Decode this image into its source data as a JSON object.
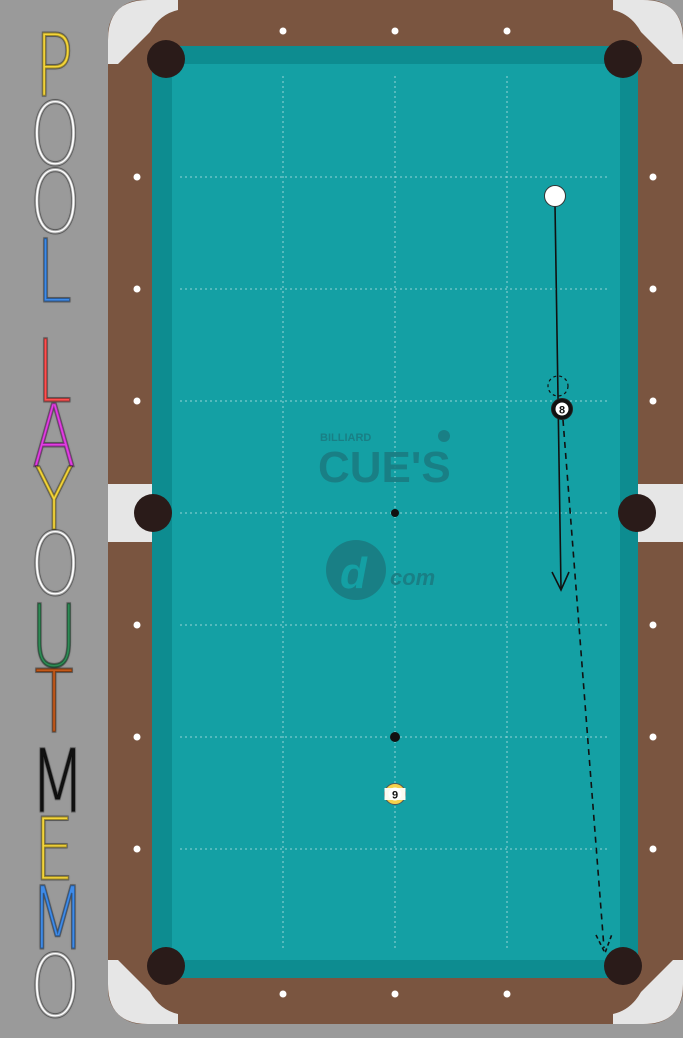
{
  "title": {
    "letters": [
      {
        "char": "P",
        "color": "#f5d63a"
      },
      {
        "char": "O",
        "color": "#ffffff"
      },
      {
        "char": "O",
        "color": "#ffffff"
      },
      {
        "char": "L",
        "color": "#3f8be8"
      },
      {
        "char": "L",
        "color": "#ff5050"
      },
      {
        "char": "A",
        "color": "#e23ee3"
      },
      {
        "char": "Y",
        "color": "#f5d63a"
      },
      {
        "char": "O",
        "color": "#ffffff"
      },
      {
        "char": "U",
        "color": "#2e8a55"
      },
      {
        "char": "T",
        "color": "#c4591a"
      },
      {
        "char": "M",
        "color": "#111111"
      },
      {
        "char": "E",
        "color": "#f5d63a"
      },
      {
        "char": "M",
        "color": "#3f8be8"
      },
      {
        "char": "O",
        "color": "#ffffff"
      }
    ]
  },
  "table": {
    "cloth_color": "#14a0a4",
    "rail_color": "#7a5540",
    "corner_color": "#e6e6e6",
    "pocket_color": "#2a1b19",
    "grid_color": "#ffffff"
  },
  "logo": {
    "billiard_label": "BILLIARD",
    "cues_label": "CUE'S",
    "com_label": "com",
    "color": "#1b7a80"
  },
  "balls": {
    "cue": {
      "label": ""
    },
    "eight": {
      "label": "8"
    },
    "nine": {
      "label": "9"
    }
  },
  "colors": {
    "path_line": "#111111",
    "diamond": "#ffffff"
  }
}
